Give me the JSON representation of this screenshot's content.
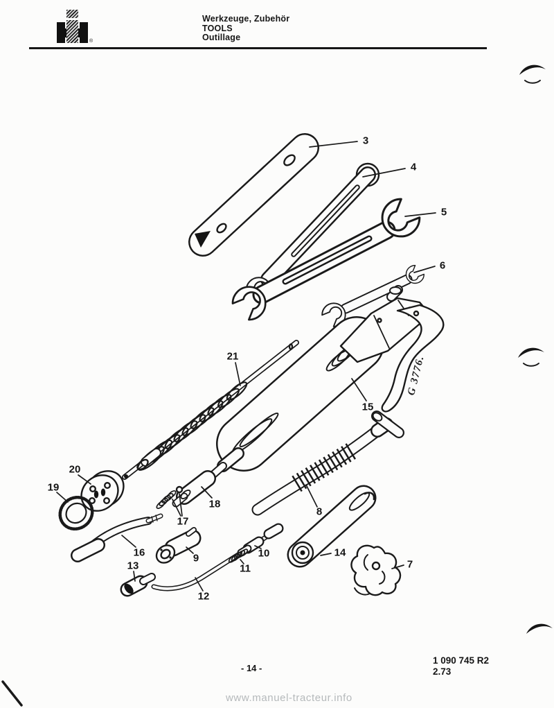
{
  "header": {
    "brand": "IH",
    "registered": "®",
    "title_line1": "Werkzeuge, Zubehör",
    "title_line2": "TOOLS",
    "title_line3": "Outillage"
  },
  "diagram": {
    "figure_code": "G 3776.",
    "callouts": {
      "c3": "3",
      "c4": "4",
      "c5": "5",
      "c6": "6",
      "c7": "7",
      "c8": "8",
      "c9": "9",
      "c10": "10",
      "c11": "11",
      "c12": "12",
      "c13": "13",
      "c14": "14",
      "c15": "15",
      "c16": "16",
      "c17": "17",
      "c18": "18",
      "c19": "19",
      "c20": "20",
      "c21": "21"
    }
  },
  "footer": {
    "page_number": "- 14 -",
    "document_number": "1 090 745 R2",
    "revision": "2.73",
    "watermark": "www.manuel-tracteur.info"
  }
}
